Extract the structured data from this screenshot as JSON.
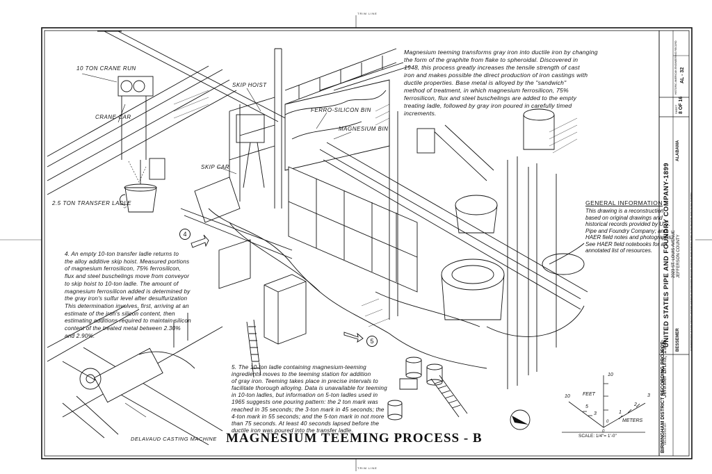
{
  "trim_label": "TRIM LINE",
  "labels": {
    "crane_run": "10 TON CRANE RUN",
    "crane_car": "CRANE CAR",
    "skip_hoist": "SKIP HOIST",
    "skip_car": "SKIP CAR",
    "transfer_ladle": "2.5 TON TRANSFER LADLE",
    "ferro_bin": "FERRO-SILICON BIN",
    "magnesium_bin": "MAGNESIUM BIN",
    "delavaud": "DELAVAUD CASTING MACHINE"
  },
  "steps": {
    "step4_marker": "4",
    "step5_marker": "5"
  },
  "intro_lines": [
    "Magnesium teeming transforms gray iron into ductile iron by changing",
    "the form of the graphite from flake to spheroidal. Discovered in",
    "1948, this process greatly increases the tensile strength of cast",
    "iron and makes possible the direct production of iron castings with",
    "ductile properties.  Base metal is alloyed by the \"sandwich\"",
    "method of treatment, in which magnesium ferrosilicon, 75%",
    "ferrosilicon, flux and steel buschelings are added to the empty",
    "treating ladle, followed by gray iron poured in carefully timed",
    "increments."
  ],
  "step4_lines": [
    "4.  An empty 10-ton transfer ladle returns to",
    "the alloy additive skip hoist. Measured portions",
    "of magnesium ferrosilicon, 75% ferrosilicon,",
    "flux and steel buschelings move from conveyor",
    "to skip hoist to 10-ton ladle.  The amount of",
    "magnesium ferrosilicon added is determined by",
    "the gray iron's sulfur level after desulfurization",
    "This determination involves, first, arriving at an",
    "estimate of the iron's silicon content, then",
    "estimating additions required to maintain silicon",
    "content of the treated metal between 2.30%",
    "and 2.90%."
  ],
  "step5_lines": [
    "5.  The 10-ton ladle containing magnesium-teeming",
    "ingredients moves to the teeming station for addition",
    "of gray iron. Teeming takes place in precise intervals to",
    "facilitate thorough alloying. Data is unavailable for teeming",
    "in 10-ton ladles, but information on 5-ton ladles used in",
    "1965 suggests one pouring pattern: the 2 ton mark was",
    "reached in 35 seconds; the 3-ton mark in 45 seconds; the",
    "4-ton mark in 55 seconds; and the 5-ton mark in not more",
    "than 75 seconds. At least 40 seconds lapsed before the",
    "ductile iron was poured into the transfer ladle."
  ],
  "general_info": {
    "heading": "GENERAL INFORMATION",
    "lines": [
      "This drawing is a reconstruction",
      "based on original drawings and",
      "historical records provided by U.S.",
      "Pipe and Foundry Company; and",
      "HAER field notes and photographs.",
      "See HAER field notebooks for an",
      "annotated list of resources."
    ]
  },
  "drawing_title": "MAGNESIUM TEEMING PROCESS - B",
  "scale": {
    "feet_label": "FEET",
    "meters_label": "METERS",
    "scale_text": "SCALE: 1/4\"= 1'-0\"",
    "feet_ticks": [
      "10",
      "5",
      "3",
      "0"
    ],
    "meter_ticks": [
      "0",
      "1",
      "2",
      "3"
    ],
    "top_tick": "10"
  },
  "title_block": {
    "company": "UNITED STATES PIPE AND FOUNDRY COMPANY-1899",
    "address": "2023 ST. LOUIS AVENUE",
    "county": "JEFFERSON COUNTY",
    "city": "BESSEMER",
    "state": "ALABAMA",
    "project": "BIRMINGHAM DISTRICT RECORDING PROJECT",
    "delineator": "Jennifer Bruns, 1996",
    "delineated_by": "DELINEATED BY:",
    "sheet_label": "SHEET",
    "sheet_value": "8 OF 16",
    "record_label": "HISTORIC AMERICAN ENGINEERING RECORD",
    "record_value": "AL - 32",
    "reproduction_note": "IF REPRODUCED, PLEASE CREDIT: HISTORIC AMERICAN ENGINEERING RECORD, NATIONAL PARK SERVICE, NAME OF DELINEATOR, DATE OF THE DRAWING"
  }
}
